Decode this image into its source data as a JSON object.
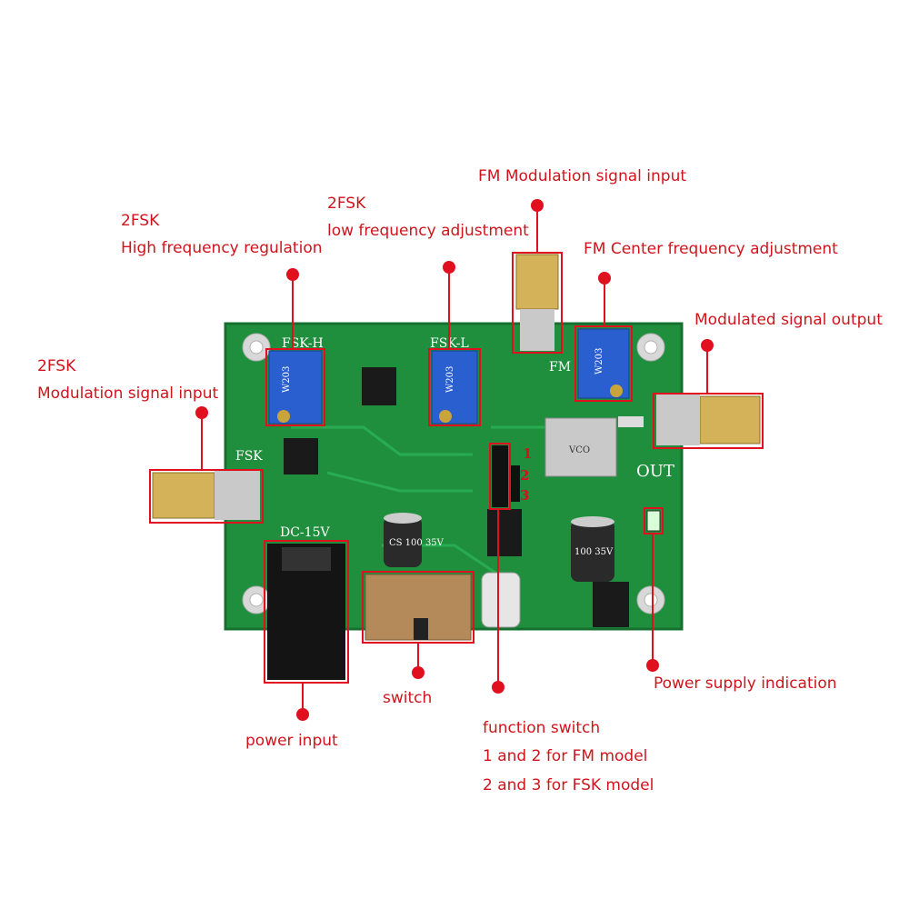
{
  "labels": {
    "fsk_high_1": "2FSK",
    "fsk_high_2": "High frequency regulation",
    "fsk_low_1": "2FSK",
    "fsk_low_2": "low frequency adjustment",
    "fm_input": "FM Modulation signal input",
    "fm_center": "FM Center frequency adjustment",
    "mod_out": "Modulated signal output",
    "fsk_input_1": "2FSK",
    "fsk_input_2": "Modulation signal input",
    "power_ind": "Power supply indication",
    "switch": "switch",
    "power_input": "power input",
    "func_1": "function switch",
    "func_2": "1 and 2 for FM model",
    "func_3": "2 and 3 for FSK model"
  },
  "board": {
    "silk_fsk_h": "FSK-H",
    "silk_fsk_l": "FSK-L",
    "silk_fm": "FM",
    "silk_fsk": "FSK",
    "silk_out": "OUT",
    "silk_dc": "DC-15V",
    "pot_code": "W203",
    "cap_big": "100 35V",
    "cap_cs": "CS 100 35V",
    "vco_text": "VCO",
    "jumper_nums": [
      "1",
      "2",
      "3"
    ]
  },
  "colors": {
    "pcb": "#1f8f3e",
    "annotation": "#e0101e",
    "pot": "#2a5fd0"
  }
}
